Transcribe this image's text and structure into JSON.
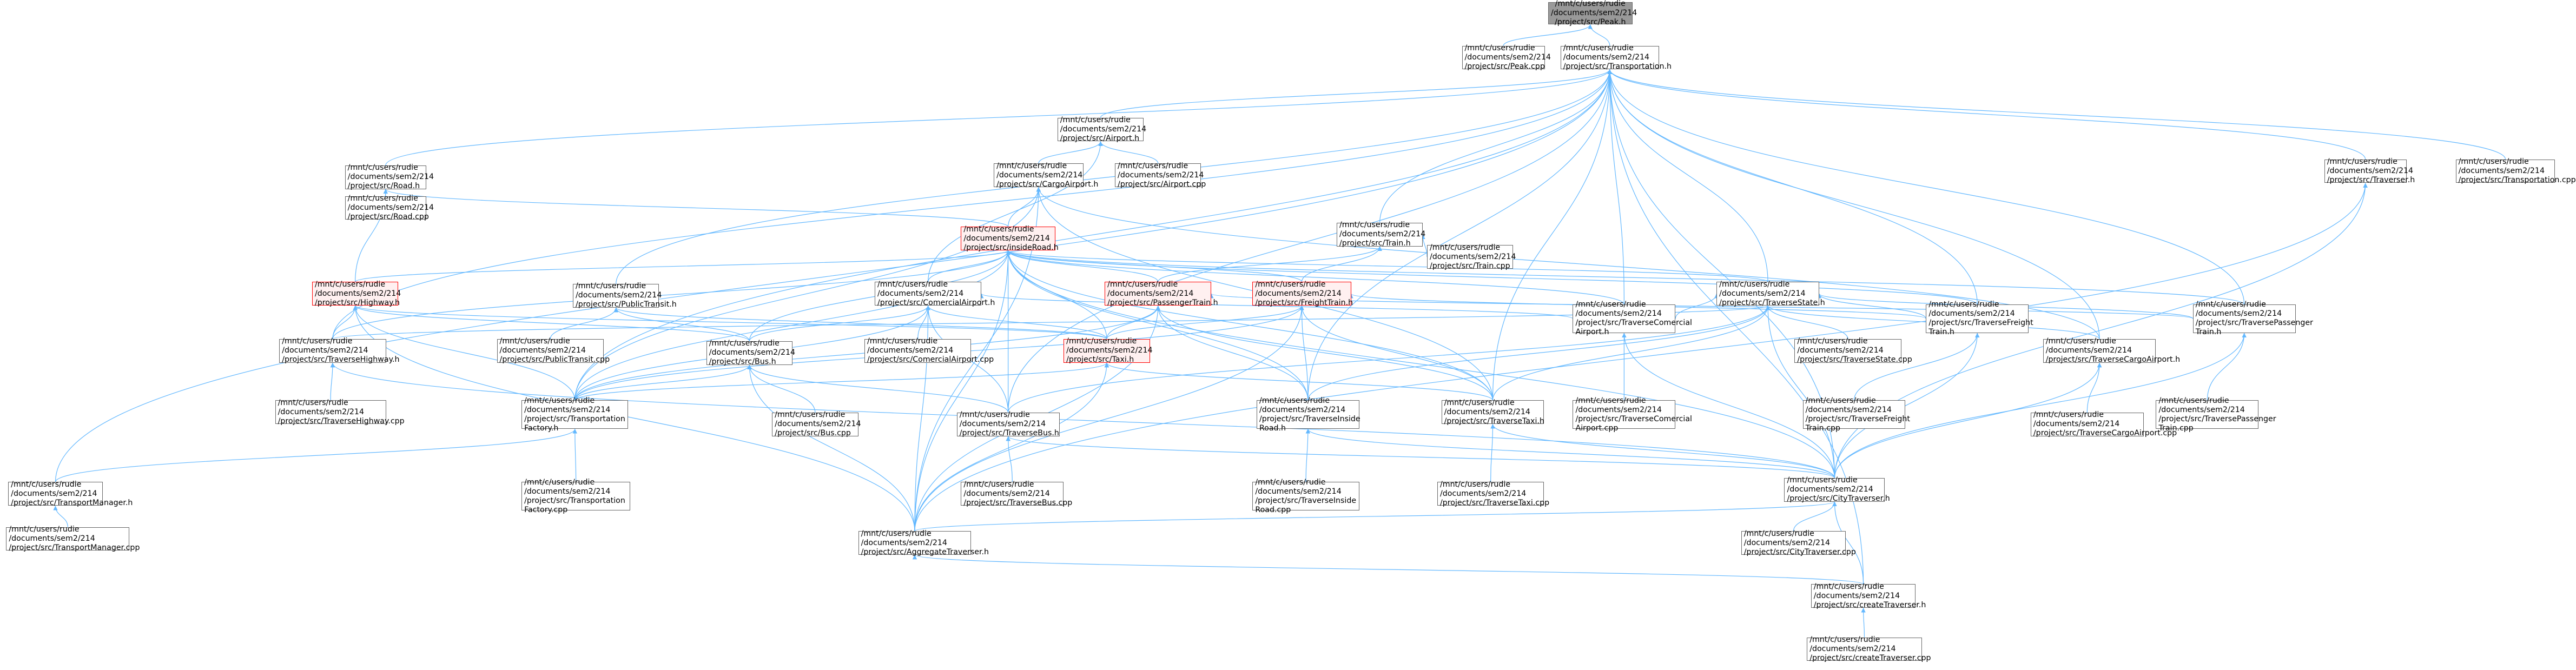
{
  "diagram": {
    "type": "include-dependency-graph",
    "edge_color": "#63b8ff",
    "colors": {
      "root_fill": "#999999",
      "highlight_border": "#ff0000",
      "highlight_fill": "#fff0f0",
      "border": "#666666"
    },
    "nodes": [
      {
        "id": "peak_h",
        "lines": [
          "/mnt/c/users/rudie",
          "/documents/sem2/214",
          "/project/src/Peak.h"
        ],
        "style": "root"
      },
      {
        "id": "peak_cpp",
        "lines": [
          "/mnt/c/users/rudie",
          "/documents/sem2/214",
          "/project/src/Peak.cpp"
        ]
      },
      {
        "id": "transportation_h",
        "lines": [
          "/mnt/c/users/rudie",
          "/documents/sem2/214",
          "/project/src/Transportation.h"
        ]
      },
      {
        "id": "airport_h",
        "lines": [
          "/mnt/c/users/rudie",
          "/documents/sem2/214",
          "/project/src/Airport.h"
        ]
      },
      {
        "id": "traverser_h",
        "lines": [
          "/mnt/c/users/rudie",
          "/documents/sem2/214",
          "/project/src/Traverser.h"
        ]
      },
      {
        "id": "transportation_cpp",
        "lines": [
          "/mnt/c/users/rudie",
          "/documents/sem2/214",
          "/project/src/Transportation.cpp"
        ]
      },
      {
        "id": "road_h",
        "lines": [
          "/mnt/c/users/rudie",
          "/documents/sem2/214",
          "/project/src/Road.h"
        ]
      },
      {
        "id": "cargoairport_h",
        "lines": [
          "/mnt/c/users/rudie",
          "/documents/sem2/214",
          "/project/src/CargoAirport.h"
        ]
      },
      {
        "id": "airport_cpp",
        "lines": [
          "/mnt/c/users/rudie",
          "/documents/sem2/214",
          "/project/src/Airport.cpp"
        ]
      },
      {
        "id": "road_cpp",
        "lines": [
          "/mnt/c/users/rudie",
          "/documents/sem2/214",
          "/project/src/Road.cpp"
        ]
      },
      {
        "id": "insideroad_h",
        "lines": [
          "/mnt/c/users/rudie",
          "/documents/sem2/214",
          "/project/src/insideRoad.h"
        ],
        "style": "red"
      },
      {
        "id": "train_h",
        "lines": [
          "/mnt/c/users/rudie",
          "/documents/sem2/214",
          "/project/src/Train.h"
        ]
      },
      {
        "id": "train_cpp",
        "lines": [
          "/mnt/c/users/rudie",
          "/documents/sem2/214",
          "/project/src/Train.cpp"
        ]
      },
      {
        "id": "highway_h",
        "lines": [
          "/mnt/c/users/rudie",
          "/documents/sem2/214",
          "/project/src/Highway.h"
        ],
        "style": "red"
      },
      {
        "id": "publictransit_h",
        "lines": [
          "/mnt/c/users/rudie",
          "/documents/sem2/214",
          "/project/src/PublicTransit.h"
        ]
      },
      {
        "id": "comercialairport_h",
        "lines": [
          "/mnt/c/users/rudie",
          "/documents/sem2/214",
          "/project/src/ComercialAirport.h"
        ]
      },
      {
        "id": "passengertrain_h",
        "lines": [
          "/mnt/c/users/rudie",
          "/documents/sem2/214",
          "/project/src/PassengerTrain.h"
        ],
        "style": "red"
      },
      {
        "id": "freighttrain_h",
        "lines": [
          "/mnt/c/users/rudie",
          "/documents/sem2/214",
          "/project/src/FreightTrain.h"
        ],
        "style": "red"
      },
      {
        "id": "traversestate_h",
        "lines": [
          "/mnt/c/users/rudie",
          "/documents/sem2/214",
          "/project/src/TraverseState.h"
        ]
      },
      {
        "id": "traversehighway_h",
        "lines": [
          "/mnt/c/users/rudie",
          "/documents/sem2/214",
          "/project/src/TraverseHighway.h"
        ]
      },
      {
        "id": "publictransit_cpp",
        "lines": [
          "/mnt/c/users/rudie",
          "/documents/sem2/214",
          "/project/src/PublicTransit.cpp"
        ]
      },
      {
        "id": "bus_h",
        "lines": [
          "/mnt/c/users/rudie",
          "/documents/sem2/214",
          "/project/src/Bus.h"
        ]
      },
      {
        "id": "comercialairport_cpp",
        "lines": [
          "/mnt/c/users/rudie",
          "/documents/sem2/214",
          "/project/src/ComercialAirport.cpp"
        ]
      },
      {
        "id": "taxi_h",
        "lines": [
          "/mnt/c/users/rudie",
          "/documents/sem2/214",
          "/project/src/Taxi.h"
        ],
        "style": "red"
      },
      {
        "id": "traversecomercialairport_h",
        "lines": [
          "/mnt/c/users/rudie",
          "/documents/sem2/214",
          "/project/src/TraverseComercial",
          "Airport.h"
        ]
      },
      {
        "id": "traversestate_cpp",
        "lines": [
          "/mnt/c/users/rudie",
          "/documents/sem2/214",
          "/project/src/TraverseState.cpp"
        ]
      },
      {
        "id": "traversefreighttrain_h",
        "lines": [
          "/mnt/c/users/rudie",
          "/documents/sem2/214",
          "/project/src/TraverseFreight",
          "Train.h"
        ]
      },
      {
        "id": "traversecargoairport_h",
        "lines": [
          "/mnt/c/users/rudie",
          "/documents/sem2/214",
          "/project/src/TraverseCargoAirport.h"
        ]
      },
      {
        "id": "traversepassengertrain_h",
        "lines": [
          "/mnt/c/users/rudie",
          "/documents/sem2/214",
          "/project/src/TraversePassenger",
          "Train.h"
        ]
      },
      {
        "id": "traversehighway_cpp",
        "lines": [
          "/mnt/c/users/rudie",
          "/documents/sem2/214",
          "/project/src/TraverseHighway.cpp"
        ]
      },
      {
        "id": "transportationfactory_h",
        "lines": [
          "/mnt/c/users/rudie",
          "/documents/sem2/214",
          "/project/src/Transportation",
          "Factory.h"
        ]
      },
      {
        "id": "bus_cpp",
        "lines": [
          "/mnt/c/users/rudie",
          "/documents/sem2/214",
          "/project/src/Bus.cpp"
        ]
      },
      {
        "id": "traversebus_h",
        "lines": [
          "/mnt/c/users/rudie",
          "/documents/sem2/214",
          "/project/src/TraverseBus.h"
        ]
      },
      {
        "id": "traverseinsideroad_h",
        "lines": [
          "/mnt/c/users/rudie",
          "/documents/sem2/214",
          "/project/src/TraverseInside",
          "Road.h"
        ]
      },
      {
        "id": "traversetaxi_h",
        "lines": [
          "/mnt/c/users/rudie",
          "/documents/sem2/214",
          "/project/src/TraverseTaxi.h"
        ]
      },
      {
        "id": "traversecomercialairport_cpp",
        "lines": [
          "/mnt/c/users/rudie",
          "/documents/sem2/214",
          "/project/src/TraverseComercial",
          "Airport.cpp"
        ]
      },
      {
        "id": "traversefreighttrain_cpp",
        "lines": [
          "/mnt/c/users/rudie",
          "/documents/sem2/214",
          "/project/src/TraverseFreight",
          "Train.cpp"
        ]
      },
      {
        "id": "traversecargoairport_cpp",
        "lines": [
          "/mnt/c/users/rudie",
          "/documents/sem2/214",
          "/project/src/TraverseCargoAirport.cpp"
        ]
      },
      {
        "id": "traversepassengertrain_cpp",
        "lines": [
          "/mnt/c/users/rudie",
          "/documents/sem2/214",
          "/project/src/TraversePassenger",
          "Train.cpp"
        ]
      },
      {
        "id": "transportmanager_h",
        "lines": [
          "/mnt/c/users/rudie",
          "/documents/sem2/214",
          "/project/src/TransportManager.h"
        ]
      },
      {
        "id": "transportationfactory_cpp",
        "lines": [
          "/mnt/c/users/rudie",
          "/documents/sem2/214",
          "/project/src/Transportation",
          "Factory.cpp"
        ]
      },
      {
        "id": "traversebus_cpp",
        "lines": [
          "/mnt/c/users/rudie",
          "/documents/sem2/214",
          "/project/src/TraverseBus.cpp"
        ]
      },
      {
        "id": "traverseinsideroad_cpp",
        "lines": [
          "/mnt/c/users/rudie",
          "/documents/sem2/214",
          "/project/src/TraverseInside",
          "Road.cpp"
        ]
      },
      {
        "id": "traversetaxi_cpp",
        "lines": [
          "/mnt/c/users/rudie",
          "/documents/sem2/214",
          "/project/src/TraverseTaxi.cpp"
        ]
      },
      {
        "id": "citytraverser_h",
        "lines": [
          "/mnt/c/users/rudie",
          "/documents/sem2/214",
          "/project/src/CityTraverser.h"
        ]
      },
      {
        "id": "transportmanager_cpp",
        "lines": [
          "/mnt/c/users/rudie",
          "/documents/sem2/214",
          "/project/src/TransportManager.cpp"
        ]
      },
      {
        "id": "aggregatetraverser_h",
        "lines": [
          "/mnt/c/users/rudie",
          "/documents/sem2/214",
          "/project/src/AggregateTraverser.h"
        ]
      },
      {
        "id": "citytraverser_cpp",
        "lines": [
          "/mnt/c/users/rudie",
          "/documents/sem2/214",
          "/project/src/CityTraverser.cpp"
        ]
      },
      {
        "id": "createtraverser_h",
        "lines": [
          "/mnt/c/users/rudie",
          "/documents/sem2/214",
          "/project/src/createTraverser.h"
        ]
      },
      {
        "id": "createtraverser_cpp",
        "lines": [
          "/mnt/c/users/rudie",
          "/documents/sem2/214",
          "/project/src/createTraverser.cpp"
        ]
      }
    ],
    "edges": [
      [
        "peak_cpp",
        "peak_h"
      ],
      [
        "transportation_h",
        "peak_h"
      ],
      [
        "airport_h",
        "transportation_h"
      ],
      [
        "traverser_h",
        "transportation_h"
      ],
      [
        "transportation_cpp",
        "transportation_h"
      ],
      [
        "road_h",
        "transportation_h"
      ],
      [
        "train_h",
        "transportation_h"
      ],
      [
        "publictransit_h",
        "transportation_h"
      ],
      [
        "traversestate_h",
        "transportation_h"
      ],
      [
        "traversehighway_h",
        "transportation_h"
      ],
      [
        "transportationfactory_h",
        "transportation_h"
      ],
      [
        "transportmanager_h",
        "transportation_h"
      ],
      [
        "traverseinsideroad_h",
        "transportation_h"
      ],
      [
        "traversetaxi_h",
        "transportation_h"
      ],
      [
        "traversecomercialairport_h",
        "transportation_h"
      ],
      [
        "traversefreighttrain_h",
        "transportation_h"
      ],
      [
        "traversecargoairport_h",
        "transportation_h"
      ],
      [
        "traversepassengertrain_h",
        "transportation_h"
      ],
      [
        "citytraverser_h",
        "transportation_h"
      ],
      [
        "createtraverser_h",
        "transportation_h"
      ],
      [
        "traversebus_h",
        "transportation_h"
      ],
      [
        "cargoairport_h",
        "airport_h"
      ],
      [
        "airport_cpp",
        "airport_h"
      ],
      [
        "comercialairport_h",
        "airport_h"
      ],
      [
        "road_cpp",
        "road_h"
      ],
      [
        "insideroad_h",
        "road_h"
      ],
      [
        "highway_h",
        "road_h"
      ],
      [
        "insideroad_h",
        "cargoairport_h"
      ],
      [
        "traversecargoairport_h",
        "cargoairport_h"
      ],
      [
        "transportationfactory_h",
        "cargoairport_h"
      ],
      [
        "aggregatetraverser_h",
        "cargoairport_h"
      ],
      [
        "traversetaxi_h",
        "cargoairport_h"
      ],
      [
        "train_cpp",
        "train_h"
      ],
      [
        "passengertrain_h",
        "train_h"
      ],
      [
        "freighttrain_h",
        "train_h"
      ],
      [
        "highway_h",
        "insideroad_h"
      ],
      [
        "comercialairport_h",
        "insideroad_h"
      ],
      [
        "passengertrain_h",
        "insideroad_h"
      ],
      [
        "freighttrain_h",
        "insideroad_h"
      ],
      [
        "taxi_h",
        "insideroad_h"
      ],
      [
        "bus_h",
        "insideroad_h"
      ],
      [
        "traversestate_h",
        "insideroad_h"
      ],
      [
        "traverseinsideroad_h",
        "insideroad_h"
      ],
      [
        "transportationfactory_h",
        "insideroad_h"
      ],
      [
        "aggregatetraverser_h",
        "insideroad_h"
      ],
      [
        "traversehighway_h",
        "insideroad_h"
      ],
      [
        "traversebus_h",
        "insideroad_h"
      ],
      [
        "traversetaxi_h",
        "insideroad_h"
      ],
      [
        "traversefreighttrain_h",
        "insideroad_h"
      ],
      [
        "traversepassengertrain_h",
        "insideroad_h"
      ],
      [
        "citytraverser_h",
        "insideroad_h"
      ],
      [
        "traversecomercialairport_h",
        "insideroad_h"
      ],
      [
        "traversehighway_h",
        "highway_h"
      ],
      [
        "bus_h",
        "highway_h"
      ],
      [
        "taxi_h",
        "highway_h"
      ],
      [
        "transportationfactory_h",
        "highway_h"
      ],
      [
        "aggregatetraverser_h",
        "highway_h"
      ],
      [
        "publictransit_cpp",
        "publictransit_h"
      ],
      [
        "bus_h",
        "publictransit_h"
      ],
      [
        "taxi_h",
        "publictransit_h"
      ],
      [
        "comercialairport_cpp",
        "comercialairport_h"
      ],
      [
        "traversecomercialairport_h",
        "comercialairport_h"
      ],
      [
        "transportationfactory_h",
        "comercialairport_h"
      ],
      [
        "aggregatetraverser_h",
        "comercialairport_h"
      ],
      [
        "taxi_h",
        "comercialairport_h"
      ],
      [
        "bus_h",
        "comercialairport_h"
      ],
      [
        "traversebus_h",
        "comercialairport_h"
      ],
      [
        "taxi_h",
        "passengertrain_h"
      ],
      [
        "traversepassengertrain_h",
        "passengertrain_h"
      ],
      [
        "traverseinsideroad_h",
        "passengertrain_h"
      ],
      [
        "aggregatetraverser_h",
        "passengertrain_h"
      ],
      [
        "transportationfactory_h",
        "passengertrain_h"
      ],
      [
        "traversetaxi_h",
        "passengertrain_h"
      ],
      [
        "taxi_h",
        "freighttrain_h"
      ],
      [
        "traversefreighttrain_h",
        "freighttrain_h"
      ],
      [
        "traverseinsideroad_h",
        "freighttrain_h"
      ],
      [
        "aggregatetraverser_h",
        "freighttrain_h"
      ],
      [
        "transportationfactory_h",
        "freighttrain_h"
      ],
      [
        "traversetaxi_h",
        "freighttrain_h"
      ],
      [
        "traversestate_cpp",
        "traversestate_h"
      ],
      [
        "traversefreighttrain_h",
        "traversestate_h"
      ],
      [
        "traversecargoairport_h",
        "traversestate_h"
      ],
      [
        "traversepassengertrain_h",
        "traversestate_h"
      ],
      [
        "traversecomercialairport_h",
        "traversestate_h"
      ],
      [
        "traversehighway_h",
        "traversestate_h"
      ],
      [
        "traversebus_h",
        "traversestate_h"
      ],
      [
        "traverseinsideroad_h",
        "traversestate_h"
      ],
      [
        "traversetaxi_h",
        "traversestate_h"
      ],
      [
        "citytraverser_h",
        "traversestate_h"
      ],
      [
        "traversehighway_cpp",
        "traversehighway_h"
      ],
      [
        "citytraverser_h",
        "traversehighway_h"
      ],
      [
        "bus_cpp",
        "bus_h"
      ],
      [
        "traversebus_h",
        "bus_h"
      ],
      [
        "transportationfactory_h",
        "bus_h"
      ],
      [
        "aggregatetraverser_h",
        "bus_h"
      ],
      [
        "traversetaxi_h",
        "taxi_h"
      ],
      [
        "transportationfactory_h",
        "taxi_h"
      ],
      [
        "aggregatetraverser_h",
        "taxi_h"
      ],
      [
        "traversecomercialairport_cpp",
        "traversecomercialairport_h"
      ],
      [
        "citytraverser_h",
        "traversecomercialairport_h"
      ],
      [
        "traversefreighttrain_cpp",
        "traversefreighttrain_h"
      ],
      [
        "citytraverser_h",
        "traversefreighttrain_h"
      ],
      [
        "traversecargoairport_cpp",
        "traversecargoairport_h"
      ],
      [
        "citytraverser_h",
        "traversecargoairport_h"
      ],
      [
        "traversepassengertrain_cpp",
        "traversepassengertrain_h"
      ],
      [
        "citytraverser_h",
        "traversepassengertrain_h"
      ],
      [
        "transportationfactory_cpp",
        "transportationfactory_h"
      ],
      [
        "transportmanager_h",
        "transportationfactory_h"
      ],
      [
        "traversebus_cpp",
        "traversebus_h"
      ],
      [
        "citytraverser_h",
        "traversebus_h"
      ],
      [
        "traverseinsideroad_cpp",
        "traverseinsideroad_h"
      ],
      [
        "citytraverser_h",
        "traverseinsideroad_h"
      ],
      [
        "traversetaxi_cpp",
        "traversetaxi_h"
      ],
      [
        "citytraverser_h",
        "traversetaxi_h"
      ],
      [
        "transportmanager_cpp",
        "transportmanager_h"
      ],
      [
        "citytraverser_cpp",
        "citytraverser_h"
      ],
      [
        "aggregatetraverser_h",
        "citytraverser_h"
      ],
      [
        "createtraverser_h",
        "citytraverser_h"
      ],
      [
        "createtraverser_h",
        "aggregatetraverser_h"
      ],
      [
        "aggregatetraverser_h",
        "traverser_h"
      ],
      [
        "citytraverser_h",
        "traverser_h"
      ],
      [
        "createtraverser_cpp",
        "createtraverser_h"
      ]
    ]
  }
}
